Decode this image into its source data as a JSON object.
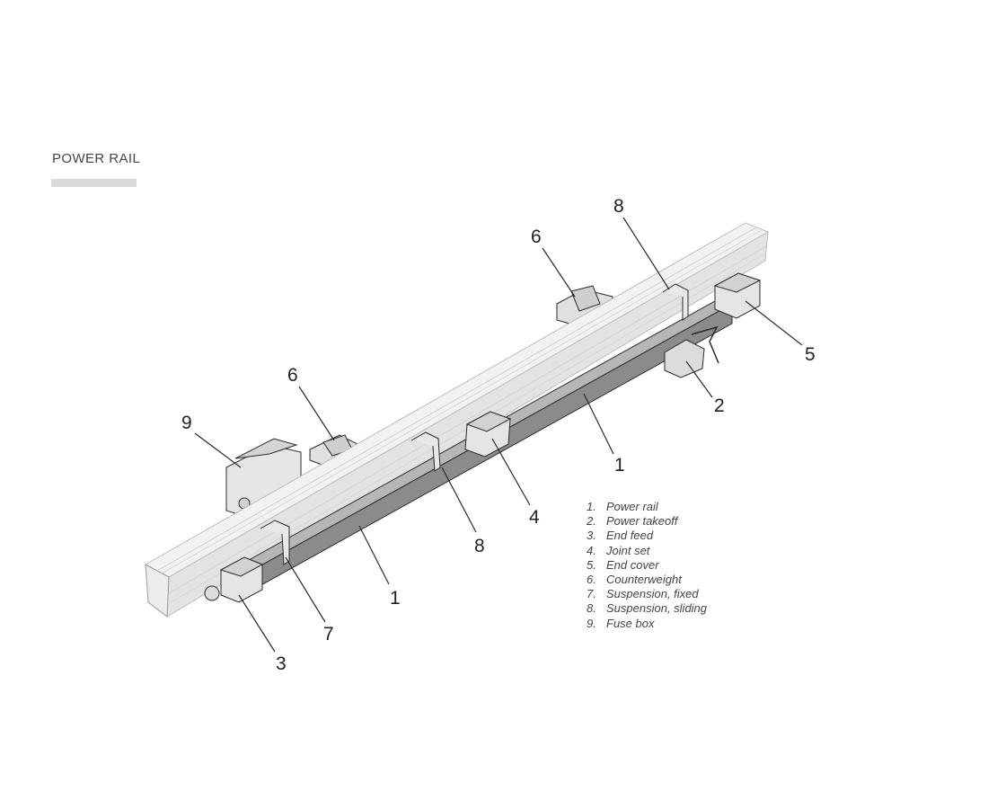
{
  "header": {
    "title": "POWER RAIL"
  },
  "diagram": {
    "callouts": [
      "8",
      "6",
      "5",
      "2",
      "6",
      "9",
      "1",
      "4",
      "8",
      "1",
      "7",
      "3"
    ],
    "colors": {
      "beam_face": "#f0f0f0",
      "beam_edge": "#c9c9c9",
      "rail_top": "#b8b8b8",
      "rail_side": "#8e8e8e",
      "component": "#e3e3e3",
      "line": "#2b2b2b"
    }
  },
  "legend": {
    "items": [
      {
        "num": "1.",
        "label": "Power rail"
      },
      {
        "num": "2.",
        "label": "Power takeoff"
      },
      {
        "num": "3.",
        "label": "End feed"
      },
      {
        "num": "4.",
        "label": "Joint set"
      },
      {
        "num": "5.",
        "label": "End cover"
      },
      {
        "num": "6.",
        "label": "Counterweight"
      },
      {
        "num": "7.",
        "label": "Suspension, fixed"
      },
      {
        "num": "8.",
        "label": "Suspension, sliding"
      },
      {
        "num": "9.",
        "label": "Fuse box"
      }
    ]
  }
}
